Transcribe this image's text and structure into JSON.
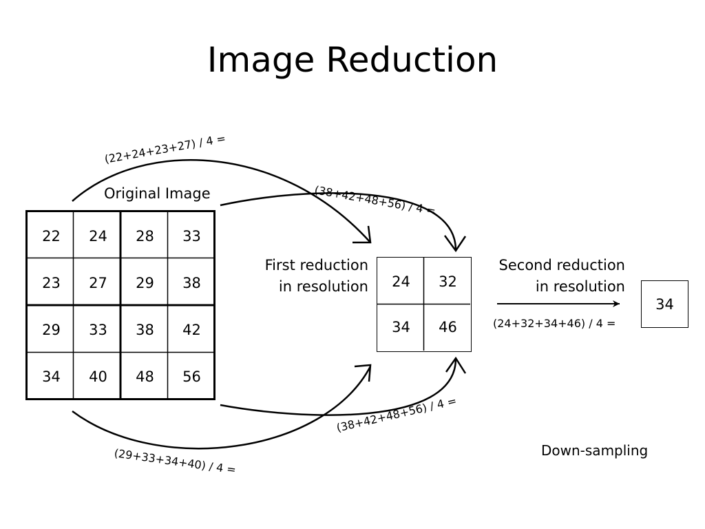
{
  "title": "Image Reduction",
  "labels": {
    "original": "Original Image",
    "first_line1": "First reduction",
    "first_line2": "in resolution",
    "second_line1": "Second reduction",
    "second_line2": "in resolution",
    "down_sampling": "Down-sampling"
  },
  "formulas": {
    "top_left": "(22+24+23+27) / 4 =",
    "top_right": "(38+42+48+56) / 4 =",
    "bottom_left": "(29+33+34+40) / 4 =",
    "bottom_right": "(38+42+48+56) / 4 =",
    "second": "(24+32+34+46) / 4 ="
  },
  "original_grid": [
    [
      "22",
      "24",
      "28",
      "33"
    ],
    [
      "23",
      "27",
      "29",
      "38"
    ],
    [
      "29",
      "33",
      "38",
      "42"
    ],
    [
      "34",
      "40",
      "48",
      "56"
    ]
  ],
  "first_grid": [
    [
      "24",
      "32"
    ],
    [
      "34",
      "46"
    ]
  ],
  "second_value": "34"
}
